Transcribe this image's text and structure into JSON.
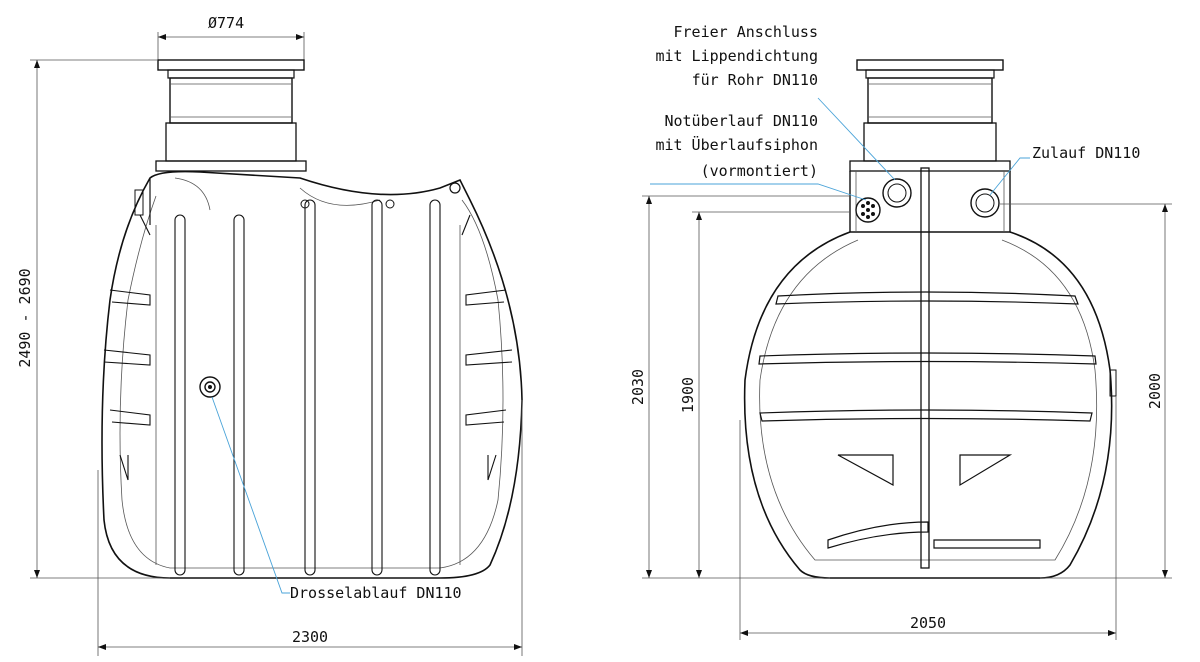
{
  "top_view_left": {
    "dim_top": "Ø774",
    "dim_height": "2490 - 2690",
    "dim_width": "2300",
    "label_drossel": "Drosselablauf DN110"
  },
  "side_view_right": {
    "label_freier_1": "Freier Anschluss",
    "label_freier_2": "mit Lippendichtung",
    "label_freier_3": "für Rohr DN110",
    "label_not_1": "Notüberlauf DN110",
    "label_not_2": "mit Überlaufsiphon",
    "label_not_3": "(vormontiert)",
    "label_zulauf": "Zulauf DN110",
    "dim_2030": "2030",
    "dim_1900": "1900",
    "dim_2000": "2000",
    "dim_2050": "2050"
  }
}
